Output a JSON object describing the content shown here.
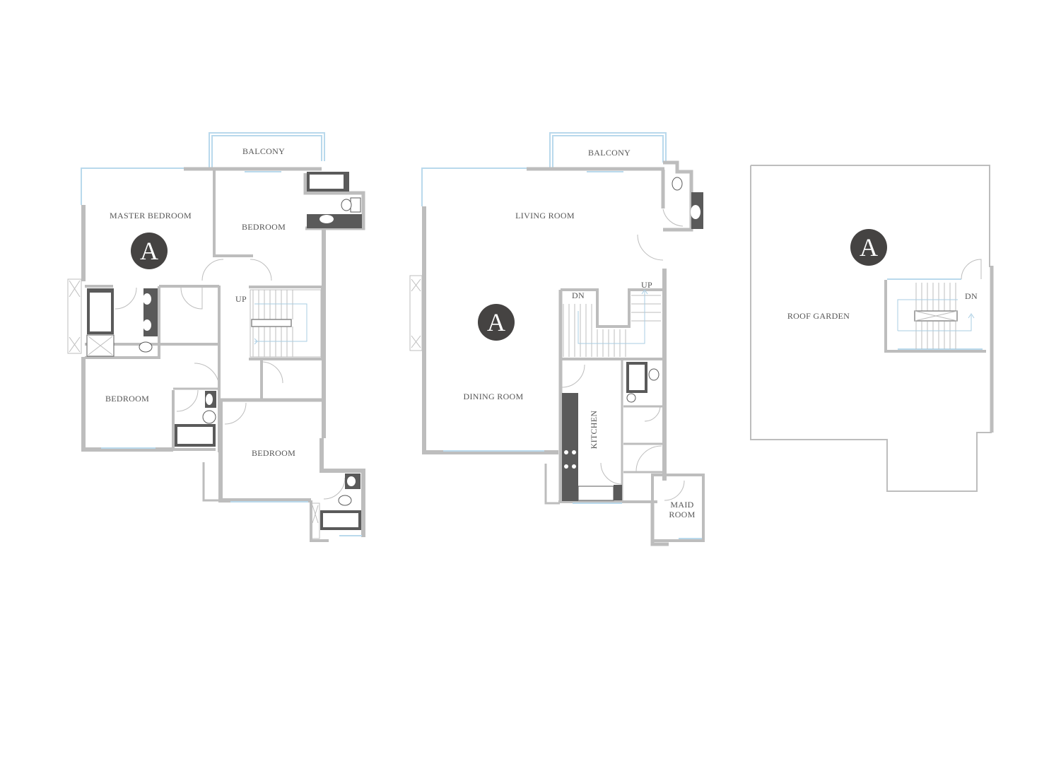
{
  "floors": [
    {
      "badge": "A",
      "labels": {
        "balcony": "BALCONY",
        "master_bedroom": "MASTER BEDROOM",
        "bedroom_top": "BEDROOM",
        "up": "UP",
        "bedroom_left": "BEDROOM",
        "bedroom_bottom": "BEDROOM"
      }
    },
    {
      "badge": "A",
      "labels": {
        "balcony": "BALCONY",
        "living_room": "LIVING ROOM",
        "dn": "DN",
        "up": "UP",
        "dining_room": "DINING ROOM",
        "kitchen": "KITCHEN",
        "maid_room_1": "MAID",
        "maid_room_2": "ROOM"
      }
    },
    {
      "badge": "A",
      "labels": {
        "roof_garden": "ROOF GARDEN",
        "dn": "DN"
      }
    }
  ],
  "colors": {
    "wall": "#bdbdbd",
    "glazing": "#b9d9ec",
    "fixture_fill": "#5a5a5a",
    "badge": "#454342",
    "label_text": "#555555"
  }
}
